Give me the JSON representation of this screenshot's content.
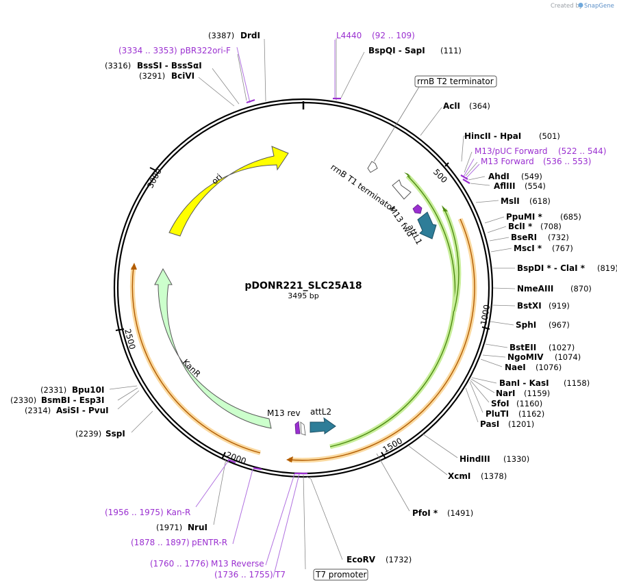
{
  "credit": {
    "prefix": "Created by",
    "brand": "SnapGene"
  },
  "title": {
    "name": "pDONR221_SLC25A18",
    "length": "3495 bp"
  },
  "colors": {
    "ori": "#ffff00",
    "kanr": "#ccffcc",
    "attl": "#2e7d98",
    "primer": "#9a2fd0",
    "orf_green": "#8bd13c",
    "orf_orange": "#f0b04a"
  },
  "ticks": [
    "500",
    "1000",
    "1500",
    "2000",
    "2500",
    "3000"
  ],
  "features": {
    "ori": "ori",
    "kanr": "KanR",
    "attl1": "attL1",
    "attl2": "attL2",
    "m13fwd": "M13 fwd",
    "m13rev": "M13 rev",
    "rrnbt1": "rrnB T1 terminator",
    "rrnbt2": "rrnB T2 terminator",
    "t7promoter": "T7 promoter"
  },
  "sites": {
    "drdi": {
      "pos": "(3387)",
      "name": "DrdI"
    },
    "pbr322": {
      "pos": "(3334 .. 3353)",
      "name": "pBR322ori-F"
    },
    "bsssi": {
      "pos": "(3316)",
      "name": "BssSI  - BssSαI"
    },
    "bcivi": {
      "pos": "(3291)",
      "name": "BciVI"
    },
    "l4440": {
      "name": "L4440",
      "pos": "(92 .. 109)"
    },
    "bspqi": {
      "name": "BspQI  - SapI",
      "pos": "(111)"
    },
    "acli": {
      "name": "AclI",
      "pos": "(364)"
    },
    "hincii": {
      "name": "HincII  - HpaI",
      "pos": "(501)"
    },
    "m13puc": {
      "name": "M13/pUC Forward",
      "pos": "(522 .. 544)"
    },
    "m13fw": {
      "name": "M13 Forward",
      "pos": "(536 .. 553)"
    },
    "ahdi": {
      "name": "AhdI",
      "pos": "(549)"
    },
    "aflIII": {
      "name": "AflIII",
      "pos": "(554)"
    },
    "msli": {
      "name": "MslI",
      "pos": "(618)"
    },
    "ppumi": {
      "name": "PpuMI *",
      "pos": "(685)"
    },
    "bcli": {
      "name": "BclI *",
      "pos": "(708)"
    },
    "bseri": {
      "name": "BseRI",
      "pos": "(732)"
    },
    "msci": {
      "name": "MscI *",
      "pos": "(767)"
    },
    "bspdi": {
      "name": "BspDI *  - ClaI *",
      "pos": "(819)"
    },
    "nmeaiii": {
      "name": "NmeAIII",
      "pos": "(870)"
    },
    "bstxi": {
      "name": "BstXI",
      "pos": "(919)"
    },
    "sphi": {
      "name": "SphI",
      "pos": "(967)"
    },
    "bsteii": {
      "name": "BstEII",
      "pos": "(1027)"
    },
    "ngomiv": {
      "name": "NgoMIV",
      "pos": "(1074)"
    },
    "naei": {
      "name": "NaeI",
      "pos": "(1076)"
    },
    "bani": {
      "name": "BanI  - KasI",
      "pos": "(1158)"
    },
    "nari": {
      "name": "NarI",
      "pos": "(1159)"
    },
    "sfoi": {
      "name": "SfoI",
      "pos": "(1160)"
    },
    "pluti": {
      "name": "PluTI",
      "pos": "(1162)"
    },
    "pasi": {
      "name": "PasI",
      "pos": "(1201)"
    },
    "hindiii": {
      "name": "HindIII",
      "pos": "(1330)"
    },
    "xcmi": {
      "name": "XcmI",
      "pos": "(1378)"
    },
    "pfoi": {
      "name": "PfoI *",
      "pos": "(1491)"
    },
    "ecorv": {
      "name": "EcoRV",
      "pos": "(1732)"
    },
    "t7": {
      "pos": "(1736 .. 1755)",
      "name": "T7"
    },
    "m13reverse": {
      "pos": "(1760 .. 1776)",
      "name": "M13 Reverse"
    },
    "pentr": {
      "pos": "(1878 .. 1897)",
      "name": "pENTR-R"
    },
    "nrui": {
      "pos": "(1971)",
      "name": "NruI"
    },
    "kanr_p": {
      "pos": "(1956 .. 1975)",
      "name": "Kan-R"
    },
    "sspi": {
      "pos": "(2239)",
      "name": "SspI"
    },
    "asisi": {
      "pos": "(2314)",
      "name": "AsiSI  - PvuI"
    },
    "bsmbi": {
      "pos": "(2330)",
      "name": "BsmBI  - Esp3I"
    },
    "bpu10i": {
      "pos": "(2331)",
      "name": "Bpu10I"
    }
  }
}
